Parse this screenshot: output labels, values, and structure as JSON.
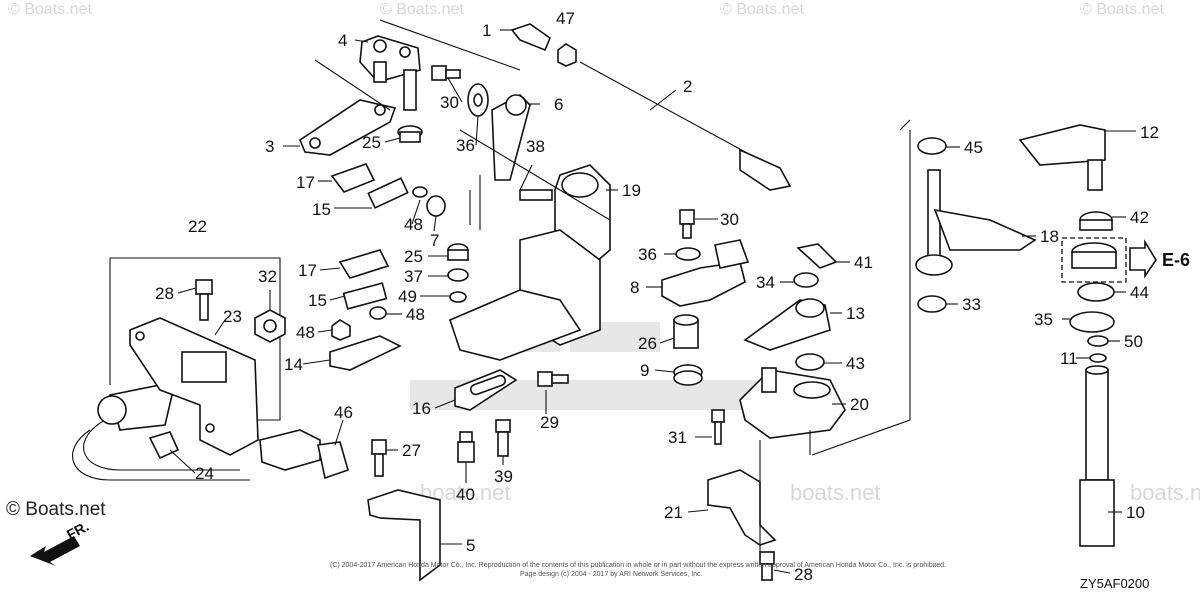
{
  "watermark": {
    "top_text": "© Boats.net",
    "side_text": "© Boats.net",
    "mid_text": "boats.net"
  },
  "diagram_code": "ZY5AF0200",
  "section_ref": "E-6",
  "direction_label": "FR.",
  "copyright_line1": "(C) 2004-2017 American Honda Motor Co., Inc. Reproduction of the contents of this publication in whole or in part without the express written approval of American Honda Motor Co., Inc. is prohibited.",
  "copyright_line2": "Page design (c) 2004 - 2017 by ARI Network Services, Inc.",
  "callouts": [
    "1",
    "2",
    "3",
    "4",
    "5",
    "6",
    "7",
    "8",
    "9",
    "10",
    "11",
    "12",
    "13",
    "14",
    "15",
    "15",
    "16",
    "17",
    "17",
    "18",
    "19",
    "20",
    "21",
    "22",
    "23",
    "24",
    "25",
    "25",
    "26",
    "27",
    "28",
    "28",
    "29",
    "30",
    "30",
    "31",
    "32",
    "33",
    "34",
    "35",
    "36",
    "36",
    "37",
    "38",
    "39",
    "40",
    "41",
    "42",
    "43",
    "44",
    "45",
    "46",
    "47",
    "48",
    "48",
    "48",
    "49",
    "50"
  ]
}
